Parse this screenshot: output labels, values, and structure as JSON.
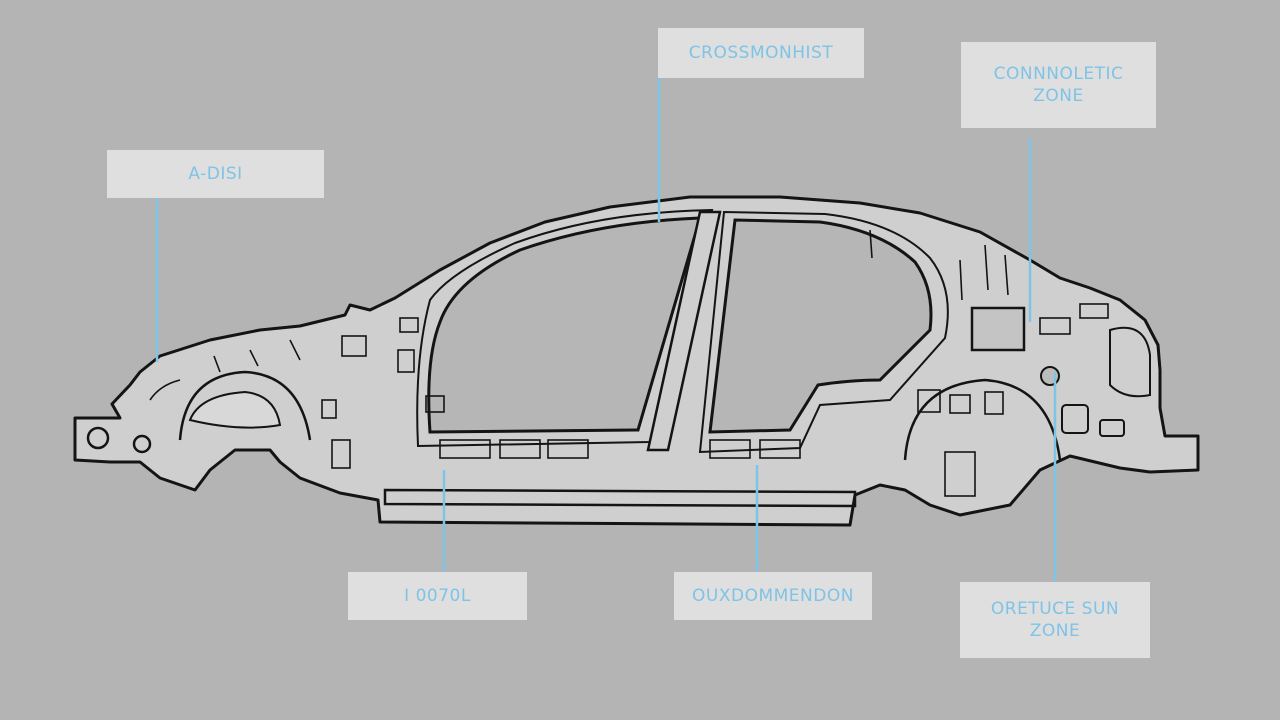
{
  "diagram": {
    "colors": {
      "background": "#b4b4b4",
      "body_fill": "#cfcfcf",
      "outline": "#141414",
      "leader_line": "#7fc3e6",
      "label_bg": "#e8e8e8",
      "label_text": "#7fc3e6"
    },
    "labels": {
      "a": {
        "line1": "A-DISI"
      },
      "b": {
        "line1": "CROSSMONHIST"
      },
      "c": {
        "line1": "CONNNOLETIC",
        "line2": "ZONE"
      },
      "d": {
        "line1": "I 0070L"
      },
      "e": {
        "line1": "OUXDOMMENDON"
      },
      "f": {
        "line1": "ORETUCE SUN",
        "line2": "ZONE"
      }
    }
  }
}
